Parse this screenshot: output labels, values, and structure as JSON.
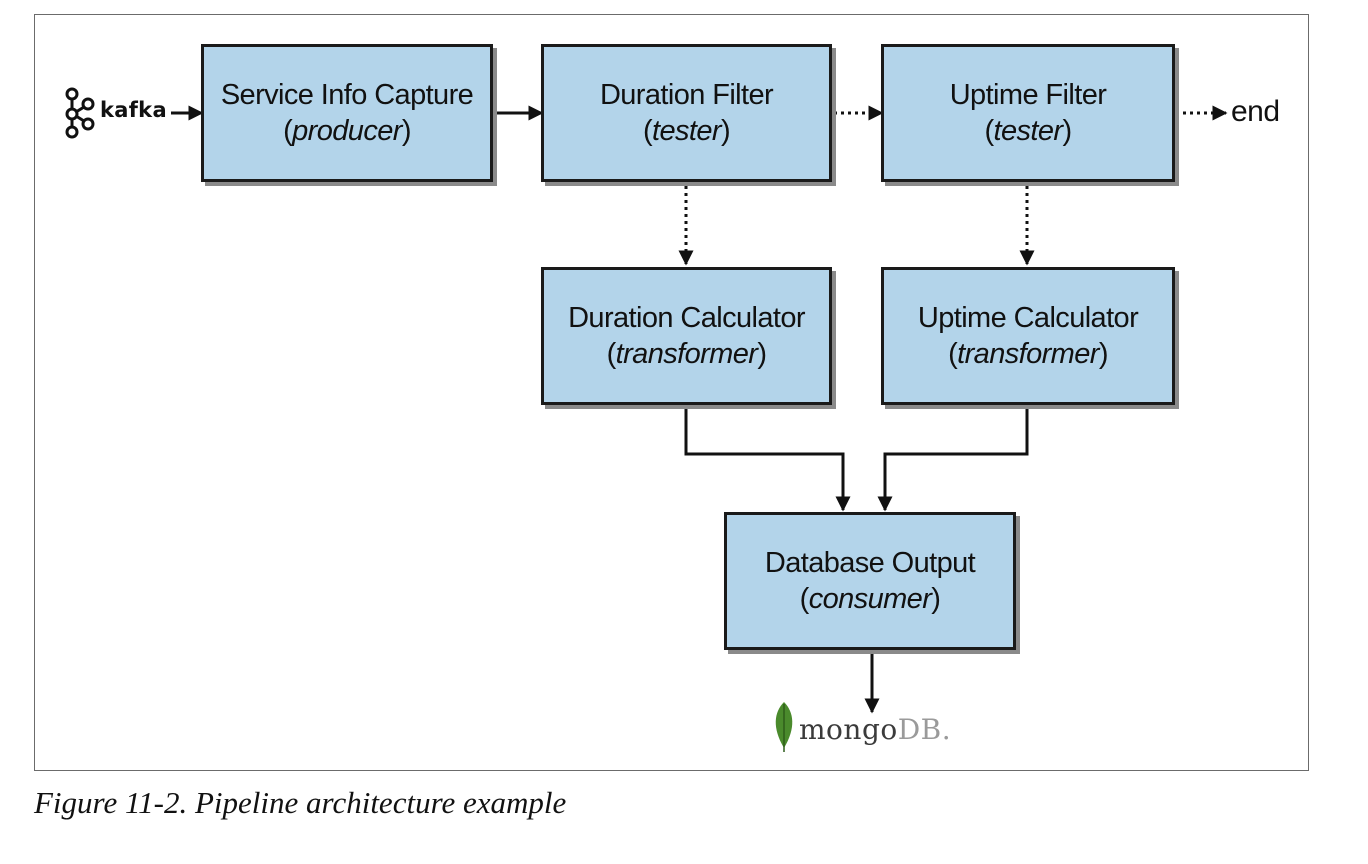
{
  "nodes": {
    "service_info_capture": {
      "name": "Service Info Capture",
      "role": "producer"
    },
    "duration_filter": {
      "name": "Duration Filter",
      "role": "tester"
    },
    "uptime_filter": {
      "name": "Uptime Filter",
      "role": "tester"
    },
    "duration_calculator": {
      "name": "Duration Calculator",
      "role": "transformer"
    },
    "uptime_calculator": {
      "name": "Uptime Calculator",
      "role": "transformer"
    },
    "database_output": {
      "name": "Database Output",
      "role": "consumer"
    }
  },
  "source": {
    "label": "kafka",
    "icon": "kafka-logo-icon"
  },
  "sink": {
    "label": "end"
  },
  "database": {
    "brand_part1": "mongo",
    "brand_part2": "DB.",
    "icon": "mongodb-leaf-icon",
    "leaf_color": "#4a8a2c"
  },
  "colors": {
    "box_fill": "#b3d4ea",
    "border": "#1a1a1a",
    "shadow": "#8a8a8a"
  },
  "caption": "Figure 11-2. Pipeline architecture example"
}
